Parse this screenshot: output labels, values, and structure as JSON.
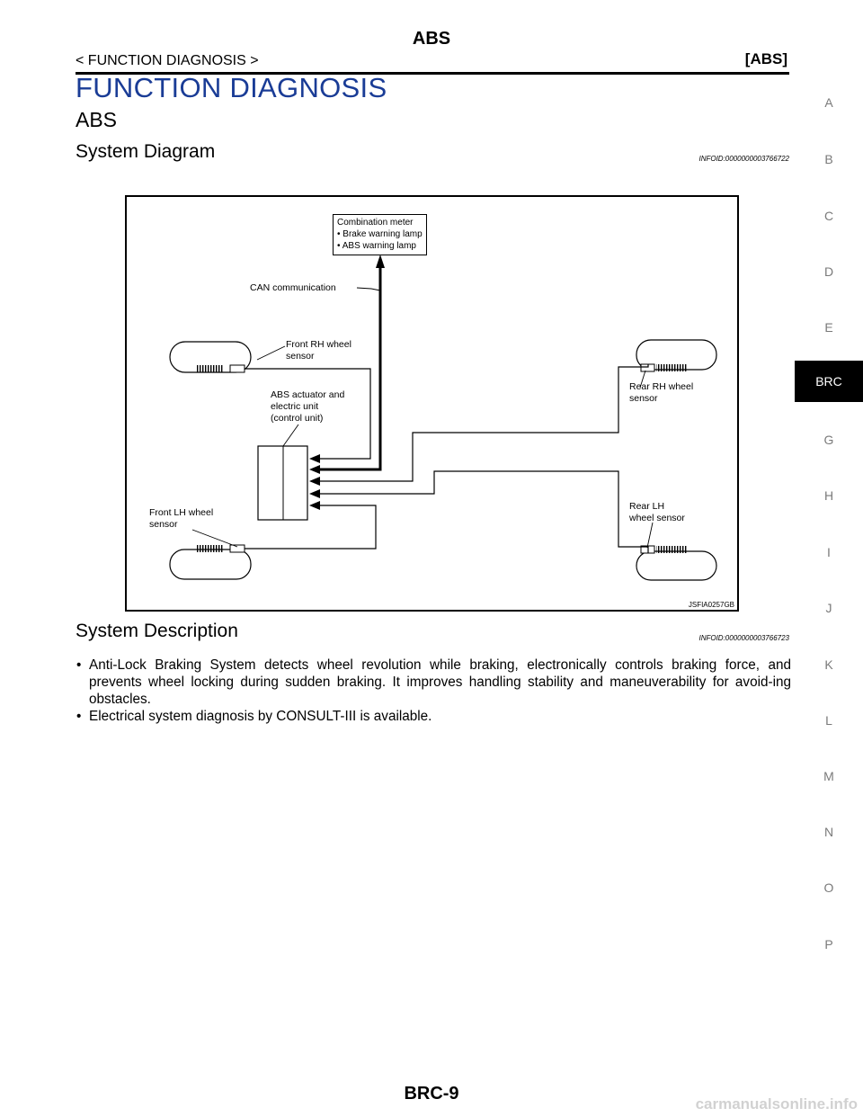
{
  "header": {
    "title": "ABS",
    "section": "< FUNCTION DIAGNOSIS >",
    "tag": "[ABS]"
  },
  "headings": {
    "h1": "FUNCTION DIAGNOSIS",
    "h2": "ABS"
  },
  "system_diagram": {
    "heading": "System Diagram",
    "infoid": "INFOID:0000000003766722",
    "figure_id": "JSFIA0257GB",
    "labels": {
      "meter_title": "Combination meter",
      "meter_item1": "• Brake warning lamp",
      "meter_item2": "• ABS warning lamp",
      "can": "CAN communication",
      "front_rh_1": "Front RH wheel",
      "front_rh_2": "sensor",
      "abs_1": "ABS actuator and",
      "abs_2": "electric unit",
      "abs_3": "(control unit)",
      "front_lh_1": "Front LH wheel",
      "front_lh_2": "sensor",
      "rear_rh_1": "Rear RH wheel",
      "rear_rh_2": "sensor",
      "rear_lh_1": "Rear LH",
      "rear_lh_2": "wheel sensor"
    }
  },
  "system_description": {
    "heading": "System Description",
    "infoid": "INFOID:0000000003766723",
    "items": [
      "Anti-Lock Braking System detects wheel revolution while braking, electronically controls braking force, and prevents wheel locking during sudden braking. It improves handling stability and maneuverability for avoid-ing obstacles.",
      "Electrical system diagnosis by CONSULT-III is available."
    ]
  },
  "footer": {
    "page": "BRC-9"
  },
  "side_index": [
    "A",
    "B",
    "C",
    "D",
    "E",
    "BRC",
    "G",
    "H",
    "I",
    "J",
    "K",
    "L",
    "M",
    "N",
    "O",
    "P"
  ],
  "side_index_active": "BRC",
  "watermark": "carmanualsonline.info",
  "colors": {
    "heading_blue": "#1a3c96",
    "active_tab": "#000000",
    "index_gray": "#7a7a7a"
  }
}
